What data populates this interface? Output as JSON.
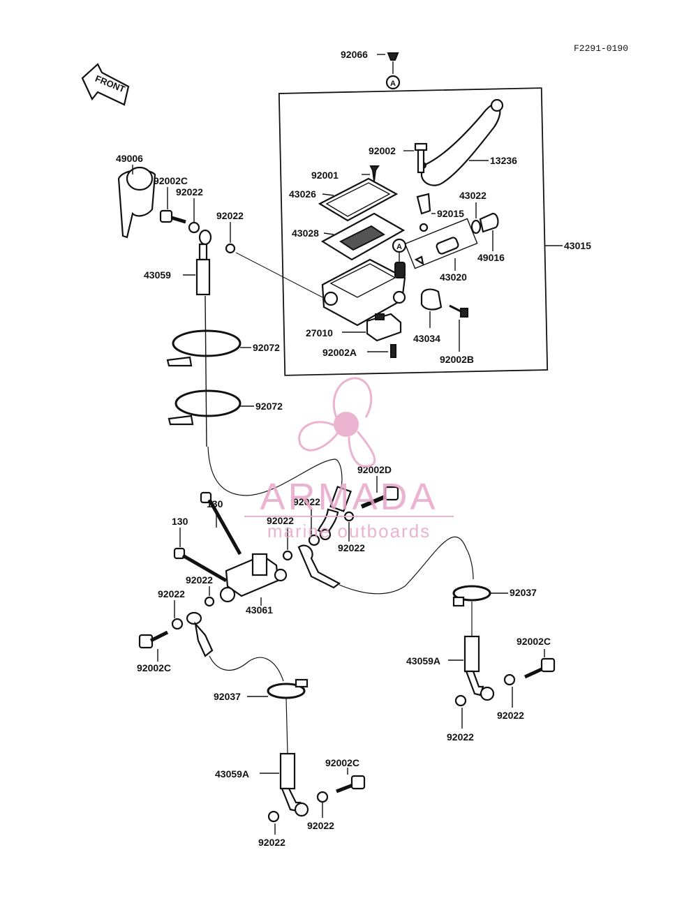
{
  "diagram": {
    "ref_code": "F2291-0190",
    "front_label": "FRONT",
    "circle_marker": "A",
    "labels": {
      "l92066": "92066",
      "l49006": "49006",
      "l92002C_a": "92002C",
      "l92022_a": "92022",
      "l92022_b": "92022",
      "l43059": "43059",
      "l92072_a": "92072",
      "l92072_b": "92072",
      "l92002": "92002",
      "l13236": "13236",
      "l92001": "92001",
      "l43026": "43026",
      "l43022": "43022",
      "l92015": "92015",
      "l43028": "43028",
      "l49016": "49016",
      "l43015": "43015",
      "l43020": "43020",
      "l27010": "27010",
      "l43034": "43034",
      "l92002A": "92002A",
      "l92002B": "92002B",
      "l92002D": "92002D",
      "l92022_c": "92022",
      "l92022_d": "92022",
      "l92022_e": "92022",
      "l130_a": "130",
      "l130_b": "130",
      "l92022_f": "92022",
      "l43061": "43061",
      "l92022_g": "92022",
      "l92002C_b": "92002C",
      "l92037_a": "92037",
      "l92037_b": "92037",
      "l43059A_a": "43059A",
      "l92002C_c": "92002C",
      "l92022_h": "92022",
      "l92022_i": "92022",
      "l43059A_b": "43059A",
      "l92002C_d": "92002C",
      "l92022_j": "92022",
      "l92022_k": "92022"
    }
  },
  "watermark": {
    "brand": "ARMADA",
    "tagline": "marine outboards",
    "color": "#e8a6c8"
  }
}
